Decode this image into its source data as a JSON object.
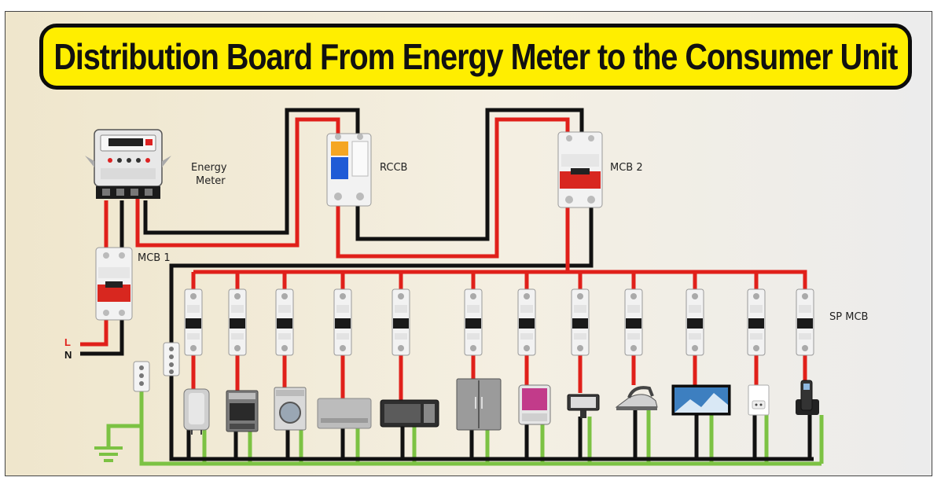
{
  "title": "Distribution Board From Energy Meter to the Consumer Unit",
  "labels": {
    "energy_meter_line1": "Energy",
    "energy_meter_line2": "Meter",
    "rccb": "RCCB",
    "mcb2": "MCB 2",
    "mcb1": "MCB 1",
    "sp_mcb": "SP MCB",
    "live": "L",
    "neutral": "N"
  },
  "colors": {
    "live_wire": "#e0201a",
    "neutral_wire": "#111111",
    "earth_wire": "#7cc243",
    "title_fill": "#ffee00",
    "background": "#efe6cc"
  },
  "appliances": [
    "water-heater-icon",
    "oven-icon",
    "washing-machine-icon",
    "air-conditioner-icon",
    "microwave-icon",
    "refrigerator-icon",
    "air-cooler-icon",
    "floodlight-icon",
    "clothes-iron-icon",
    "television-icon",
    "wall-socket-icon",
    "cordless-phone-icon"
  ]
}
